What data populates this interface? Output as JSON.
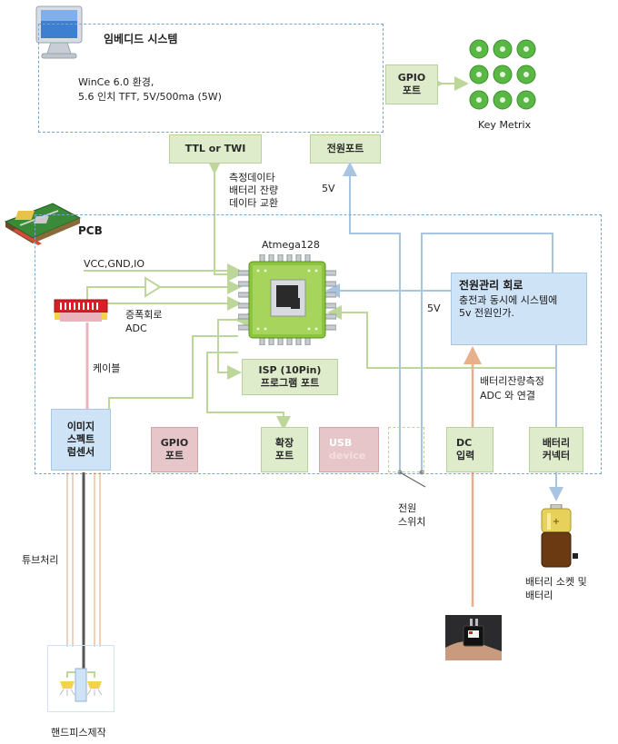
{
  "embedded": {
    "title": "임베디드 시스템",
    "line1": "WinCe 6.0 환경,",
    "line2": "5.6 인치 TFT, 5V/500ma (5W)"
  },
  "gpio_top": {
    "line1": "GPIO",
    "line2": "포트"
  },
  "key_metrix": "Key Metrix",
  "ttl": "TTL or TWI",
  "power_port": "전원포트",
  "exchange": {
    "line1": "측정데이타",
    "line2": "배터리 잔량",
    "line3": "데이타 교환"
  },
  "label_5v_top": "5V",
  "pcb": "PCB",
  "mcu": "Atmega128",
  "vcc": "VCC,GND,IO",
  "amp": {
    "line1": "증폭회로",
    "line2": "ADC"
  },
  "power_mgmt": {
    "title": "전원관리 회로",
    "line1": "충전과 동시에 시스템에",
    "line2": "5v 전원인가."
  },
  "label_5v_mid": "5V",
  "cable": "케이블",
  "isp": {
    "line1": "ISP (10Pin)",
    "line2": "프로그램 포트"
  },
  "battery_adc": {
    "line1": "배터리잔량측정",
    "line2": "ADC 와 연결"
  },
  "image_sensor": {
    "line1": "이미지",
    "line2": "스펙트",
    "line3": "럼센서"
  },
  "gpio_bottom": {
    "line1": "GPIO",
    "line2": "포트"
  },
  "expansion": {
    "line1": "확장",
    "line2": "포트"
  },
  "usb": {
    "line1": "USB",
    "line2": "device"
  },
  "dc": {
    "line1": "DC",
    "line2": "입력"
  },
  "battery_conn": {
    "line1": "배터리",
    "line2": "커넥터"
  },
  "power_switch": {
    "line1": "전원",
    "line2": "스위치"
  },
  "tube": "튜브처리",
  "battery_socket": {
    "line1": "배터리 소켓 및",
    "line2": "배터리"
  },
  "handpiece": "핸드피스제작",
  "colors": {
    "green_line": "#bdd69a",
    "blue_line": "#a8c4e0",
    "orange_line": "#e8b08a",
    "pink_line": "#e9b4bc"
  }
}
